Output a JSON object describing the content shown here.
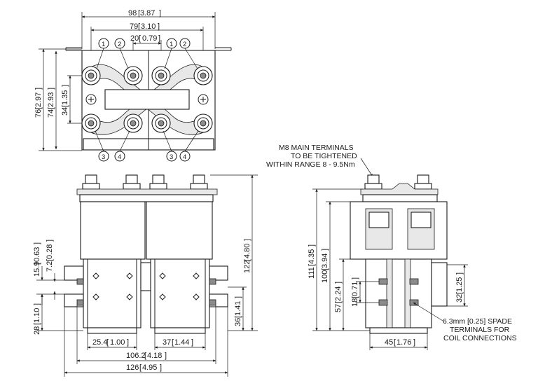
{
  "top_view": {
    "dim_width_overall": "98",
    "dim_width_overall_in": "3.87",
    "dim_width_terminals": "79",
    "dim_width_terminals_in": "3.10",
    "dim_width_pitch": "20",
    "dim_width_pitch_in": "0.79",
    "dim_h_overall": "76",
    "dim_h_overall_in": "2.97",
    "dim_h_body": "74",
    "dim_h_body_in": "2.93",
    "dim_h_terminals": "34",
    "dim_h_terminals_in": "1.35",
    "terminal_labels_top": [
      "1",
      "2",
      "1",
      "2"
    ],
    "terminal_labels_bottom": [
      "3",
      "4",
      "3",
      "4"
    ]
  },
  "front_view": {
    "dim_h_total": "122",
    "dim_h_total_in": "4.80",
    "dim_left_a": "15.9",
    "dim_left_a_in": "0.63",
    "dim_left_b": "7.2",
    "dim_left_b_in": "0.28",
    "dim_left_c": "28",
    "dim_left_c_in": "1.10",
    "dim_right_a": "36",
    "dim_right_a_in": "1.41",
    "dim_base_a": "25.4",
    "dim_base_a_in": "1.00",
    "dim_base_b": "37",
    "dim_base_b_in": "1.44",
    "dim_base_c": "106.2",
    "dim_base_c_in": "4.18",
    "dim_base_d": "126",
    "dim_base_d_in": "4.95"
  },
  "side_view": {
    "note_main_terminals": [
      "M8 MAIN TERMINALS",
      "TO BE TIGHTENED",
      "WITHIN RANGE 8 - 9.5Nm"
    ],
    "note_spade": [
      "6.3mm [0.25] SPADE",
      "TERMINALS FOR",
      "COIL CONNECTIONS"
    ],
    "dim_h_a": "111",
    "dim_h_a_in": "4.35",
    "dim_h_b": "100",
    "dim_h_b_in": "3.94",
    "dim_h_c": "57",
    "dim_h_c_in": "2.24",
    "dim_h_d": "18",
    "dim_h_d_in": "0.71",
    "dim_h_e": "32",
    "dim_h_e_in": "1.25",
    "dim_w": "45",
    "dim_w_in": "1.76"
  }
}
